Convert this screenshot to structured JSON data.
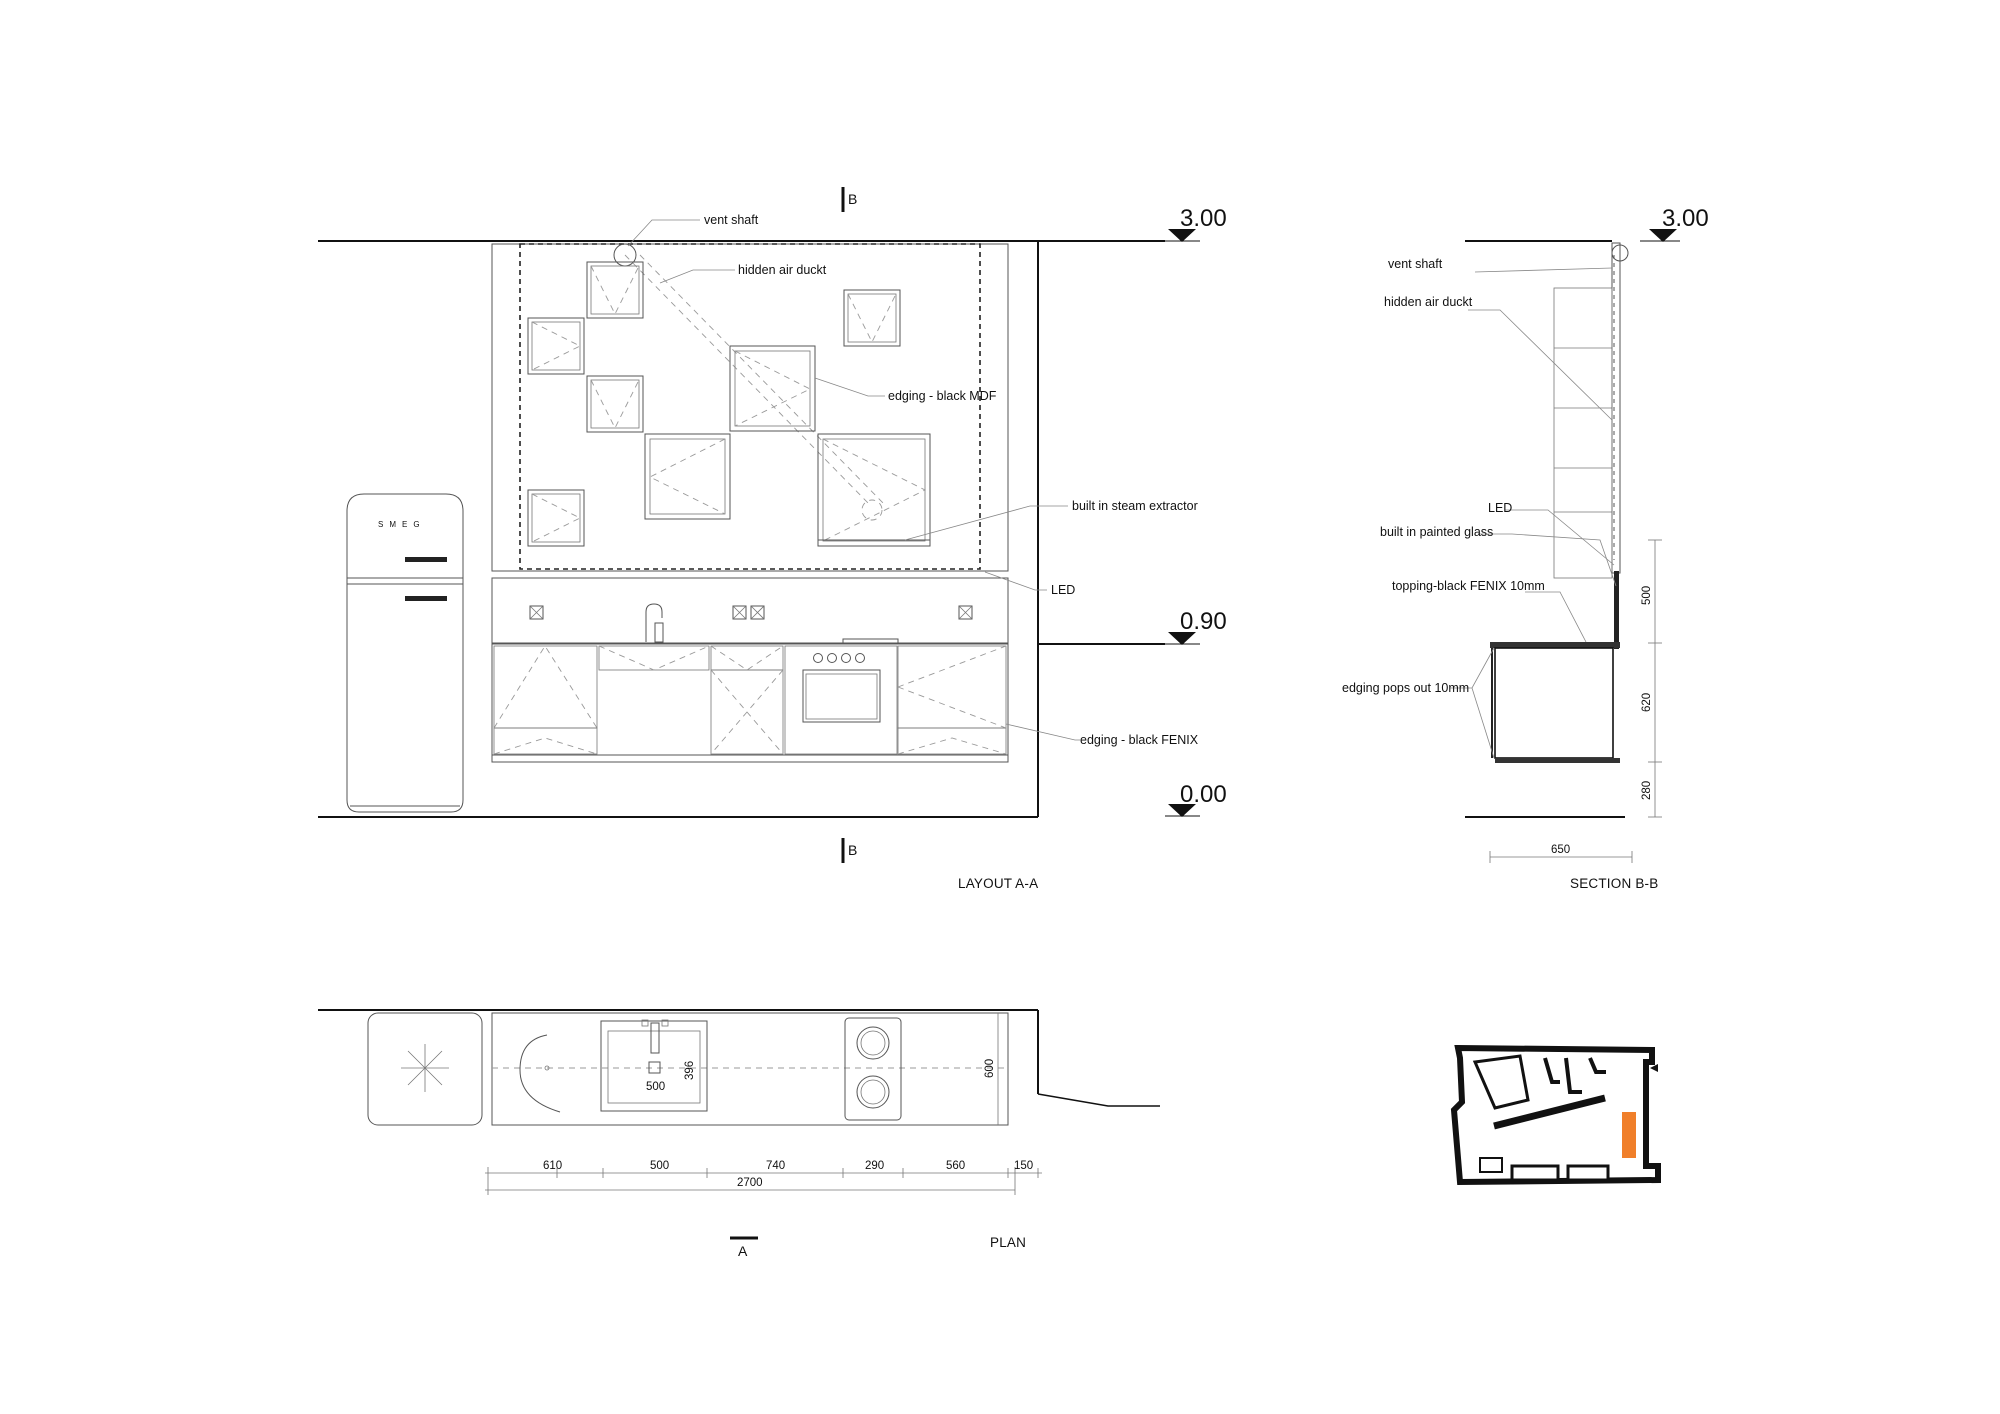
{
  "layout_view": {
    "caption": "LAYOUT A-A",
    "section_marker": "B",
    "levels": {
      "top": "3.00",
      "counter": "0.90",
      "floor": "0.00"
    },
    "labels": {
      "vent_shaft": "vent shaft",
      "hidden_air_duct": "hidden air duckt",
      "edging_mdf": "edging - black MDF",
      "steam_extractor": "built in steam extractor",
      "led": "LED",
      "edging_fenix": "edging - black FENIX"
    },
    "fridge_brand": "SMEG"
  },
  "section_view": {
    "caption": "SECTION B-B",
    "level_top": "3.00",
    "labels": {
      "vent_shaft": "vent shaft",
      "hidden_air_duct": "hidden air duckt",
      "led": "LED",
      "painted_glass": "built in painted glass",
      "topping": "topping-black FENIX 10mm",
      "edging_pops": "edging pops out  10mm"
    },
    "dims": {
      "upper": "500",
      "middle": "620",
      "lower": "280",
      "depth": "650"
    }
  },
  "plan_view": {
    "caption": "PLAN",
    "section_marker": "A",
    "sink_width": "500",
    "sink_depth": "396",
    "counter_depth": "600",
    "segments": [
      "610",
      "500",
      "740",
      "290",
      "560",
      "150"
    ],
    "total": "2700"
  },
  "key_plan": {
    "highlight_color": "#f07f2a"
  }
}
